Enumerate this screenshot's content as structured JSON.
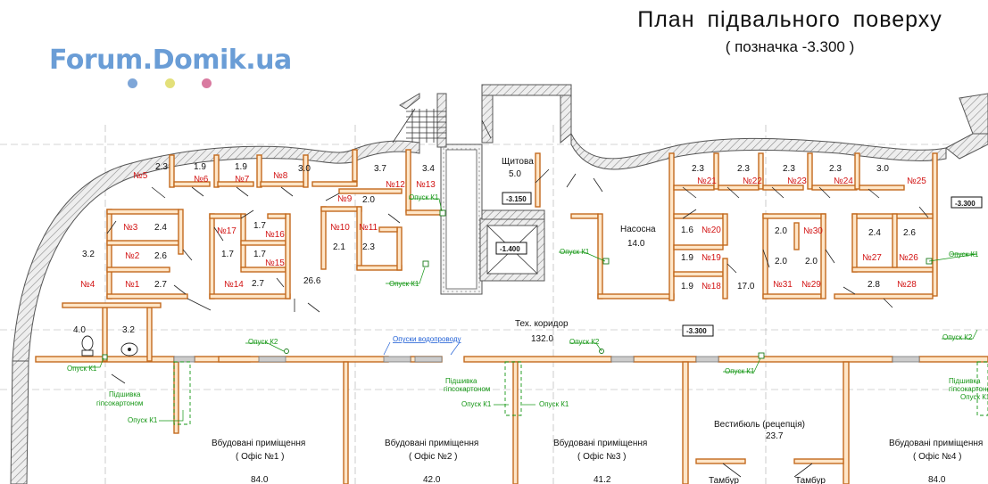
{
  "title": "План  підвального  поверху",
  "subtitle": "( позначка -3.300 )",
  "watermark": "Forum.Domik.ua",
  "watermark_dots": [
    "#7ea6d8",
    "#e3e07a",
    "#d97aa0"
  ],
  "colors": {
    "wall": "#c36a1e",
    "wall_fill": "#ffe6c8",
    "concrete": "#999999",
    "room_number": "#d21414",
    "note_green": "#149614",
    "note_blue": "#1f5fd6"
  },
  "rooms": [
    {
      "label": "№5"
    },
    {
      "label": "№6"
    },
    {
      "label": "№7"
    },
    {
      "label": "№8"
    },
    {
      "label": "№9"
    },
    {
      "label": "№10"
    },
    {
      "label": "№11"
    },
    {
      "label": "№12"
    },
    {
      "label": "№13"
    },
    {
      "label": "№3"
    },
    {
      "label": "№2"
    },
    {
      "label": "№1"
    },
    {
      "label": "№4"
    },
    {
      "label": "№17"
    },
    {
      "label": "№16"
    },
    {
      "label": "№15"
    },
    {
      "label": "№14"
    },
    {
      "label": "№21"
    },
    {
      "label": "№22"
    },
    {
      "label": "№23"
    },
    {
      "label": "№24"
    },
    {
      "label": "№25"
    },
    {
      "label": "№20"
    },
    {
      "label": "№19"
    },
    {
      "label": "№18"
    },
    {
      "label": "№30"
    },
    {
      "label": "№31"
    },
    {
      "label": "№29"
    },
    {
      "label": "№27"
    },
    {
      "label": "№26"
    },
    {
      "label": "№28"
    }
  ],
  "areas": [
    "2.3",
    "1.9",
    "1.9",
    "3.0",
    "3.7",
    "3.4",
    "2.0",
    "5.0",
    "2.4",
    "2.6",
    "2.7",
    "3.2",
    "4.0",
    "3.2",
    "1.7",
    "1.7",
    "1.7",
    "2.7",
    "2.1",
    "2.3",
    "26.6",
    "14.0",
    "2.3",
    "2.3",
    "2.3",
    "2.3",
    "3.0",
    "1.6",
    "1.9",
    "1.9",
    "17.0",
    "2.0",
    "2.0",
    "2.0",
    "2.4",
    "2.6",
    "2.8",
    "132.0",
    "23.7",
    "84.0",
    "42.0",
    "41.2",
    "84.0"
  ],
  "named_spaces": {
    "shchytova": "Щитова",
    "nasosna": "Насосна",
    "corridor": "Тех. коридор",
    "vestibule": "Вестибюль  (рецепція)",
    "office1": "Вбудовані  приміщення",
    "office1_no": "( Офіс №1 )",
    "office2": "Вбудовані  приміщення",
    "office2_no": "( Офіс №2 )",
    "office3": "Вбудовані  приміщення",
    "office3_no": "( Офіс №3 )",
    "office4": "Вбудовані  приміщення",
    "office4_no": "( Офіс №4 )",
    "tambur1": "Тамбур",
    "tambur2": "Тамбур"
  },
  "levels": [
    "-3.150",
    "-1.400",
    "-3.300",
    "-3.300"
  ],
  "notes": {
    "opusk_k1": "Опуск К1",
    "opusk_k2": "Опуск К2",
    "opusk_vodoprovodu": "Опуски водопроводу",
    "pidshyvka": "Підшивка",
    "gipsokartonom": "гіпсокартоном"
  }
}
